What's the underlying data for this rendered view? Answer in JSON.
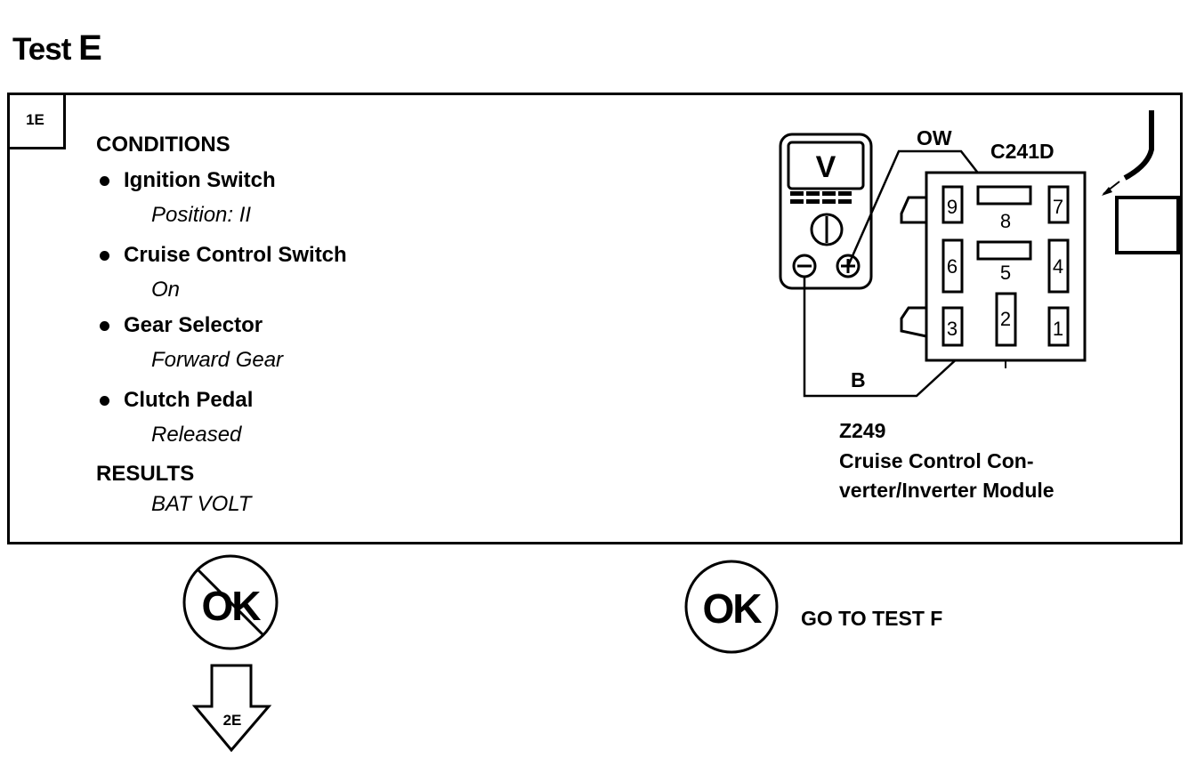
{
  "page": {
    "title_prefix": "Test",
    "title_letter": "E"
  },
  "step": {
    "id": "1E"
  },
  "conditions": {
    "heading": "CONDITIONS",
    "items": [
      {
        "label": "Ignition Switch",
        "value": "Position: II"
      },
      {
        "label": "Cruise Control Switch",
        "value": "On"
      },
      {
        "label": "Gear Selector",
        "value": "Forward Gear"
      },
      {
        "label": "Clutch Pedal",
        "value": "Released"
      }
    ]
  },
  "results": {
    "heading": "RESULTS",
    "value": "BAT VOLT"
  },
  "diagram": {
    "meter_letter": "V",
    "wire_positive": "OW",
    "wire_negative": "B",
    "connector_id": "C241D",
    "pins": [
      "9",
      "8",
      "7",
      "6",
      "5",
      "4",
      "3",
      "2",
      "1"
    ],
    "module_id": "Z249",
    "module_name_line1": "Cruise Control Con-",
    "module_name_line2": "verter/Inverter Module"
  },
  "outcomes": {
    "not_ok_label": "OK",
    "not_ok_next_step": "2E",
    "ok_label": "OK",
    "ok_action": "GO TO TEST F"
  }
}
